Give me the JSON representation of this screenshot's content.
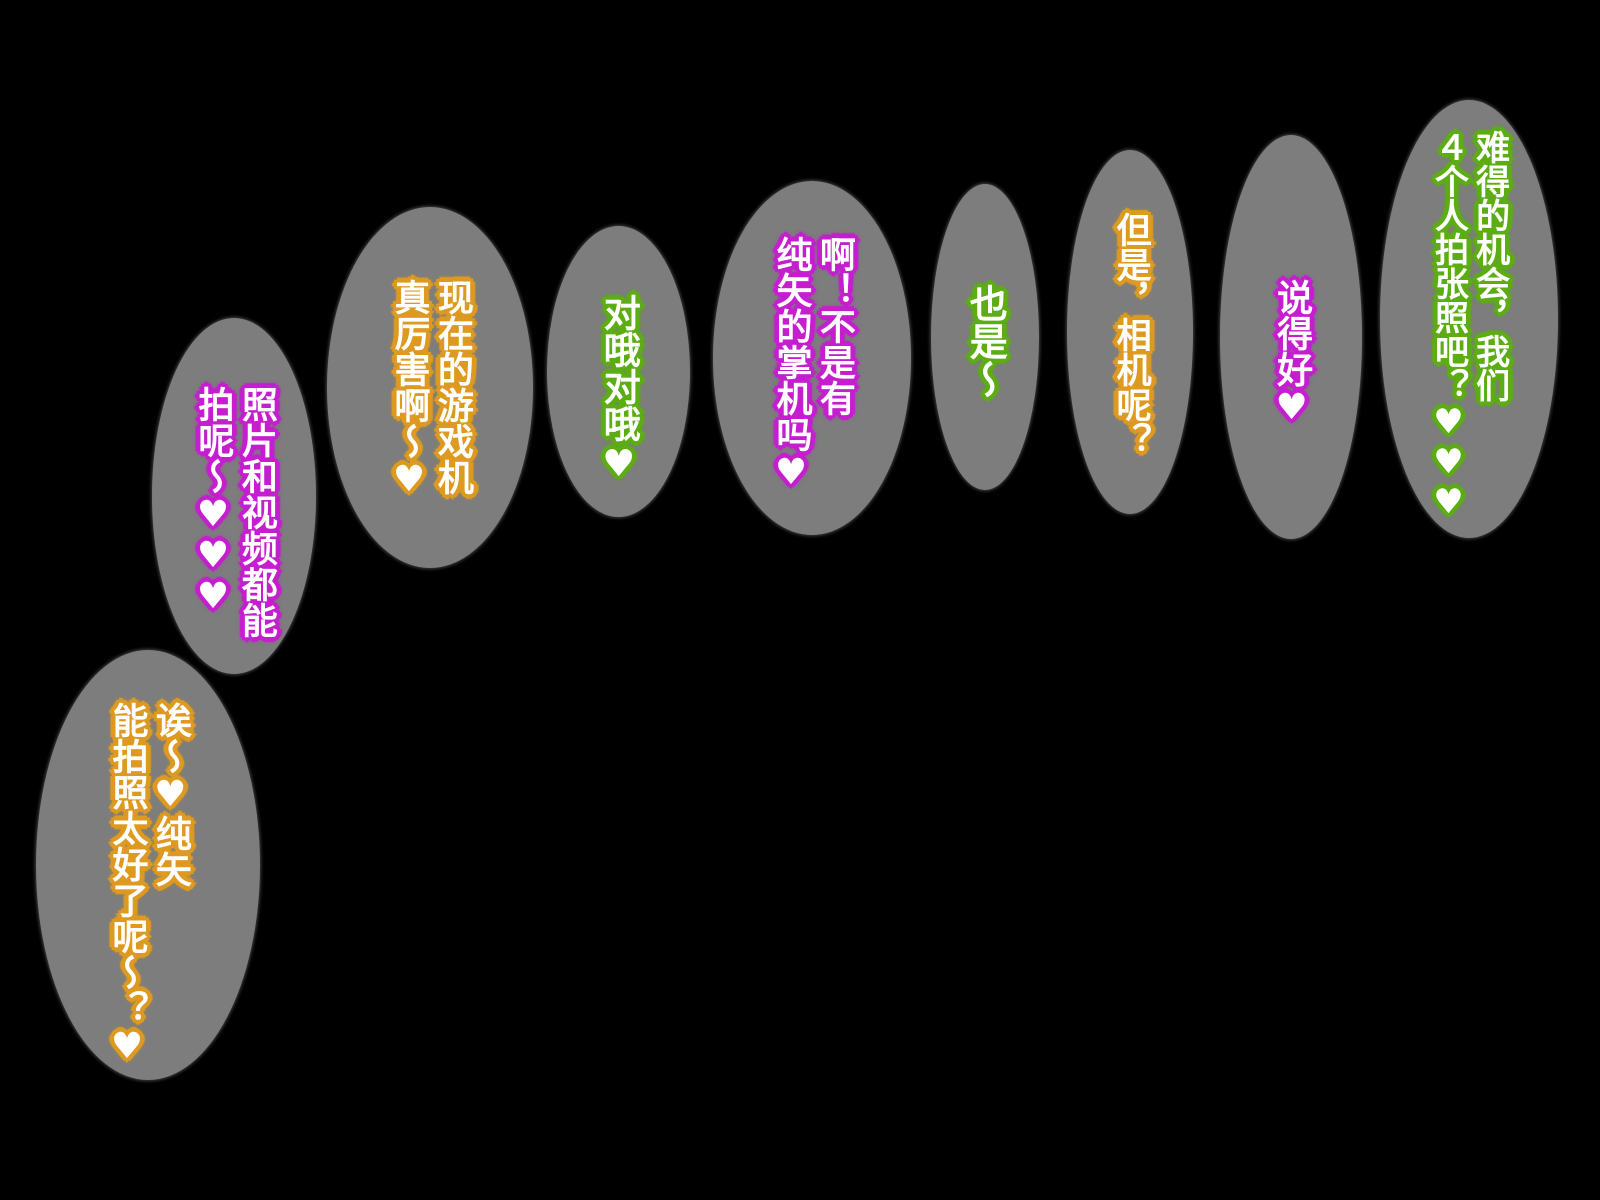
{
  "palette": {
    "background": "#000000",
    "bubble_fill": "#7D7D7D",
    "text_fill": "#FFFFFF",
    "outline_orange": "#DE9A20",
    "outline_magenta": "#C41ECF",
    "outline_green": "#5CAD13"
  },
  "bubbles": [
    {
      "outline_color": "orange",
      "columns": [
        "诶～♥纯矢",
        "能拍照太好了呢～？♥"
      ]
    },
    {
      "outline_color": "magenta",
      "columns": [
        "照片和视频都能",
        "拍呢～♥♥♥"
      ]
    },
    {
      "outline_color": "orange",
      "columns": [
        "现在的游戏机",
        "真厉害啊～♥"
      ]
    },
    {
      "outline_color": "green",
      "columns": [
        "对哦对哦♥"
      ]
    },
    {
      "outline_color": "magenta",
      "columns": [
        "啊！不是有",
        "纯矢的掌机吗♥"
      ]
    },
    {
      "outline_color": "green",
      "columns": [
        "也是～"
      ]
    },
    {
      "outline_color": "orange",
      "columns": [
        "但是，相机呢？"
      ]
    },
    {
      "outline_color": "magenta",
      "columns": [
        "说得好♥"
      ]
    },
    {
      "outline_color": "green",
      "columns": [
        "难得的机会，我们",
        "４个人拍张照吧？♥♥♥"
      ]
    }
  ]
}
